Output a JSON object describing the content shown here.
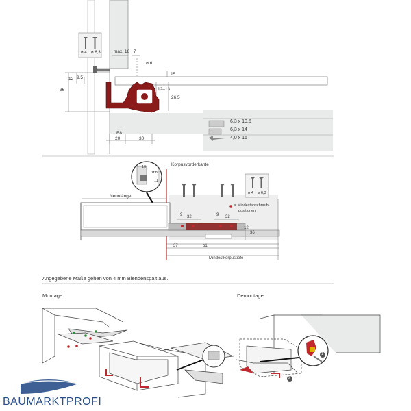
{
  "top": {
    "screw_badge": {
      "d1": "ø 4",
      "d2": "ø 6,3"
    },
    "dims": {
      "max": "max. 16",
      "seven": "7",
      "bore": "ø 6",
      "d12": "12",
      "d95": "9,5",
      "d36": "36",
      "d15": "15",
      "d1213": "12–13",
      "d265": "26,5",
      "e8": "E8",
      "d20": "20",
      "d30": "30"
    },
    "screws": [
      "6,3 x 10,5",
      "6,3 x 14",
      "4,0 x 16"
    ]
  },
  "mid": {
    "korpus": "Korpusvorderkante",
    "zoom": {
      "d10": "10",
      "bore": "ø 6",
      "d11": "11"
    },
    "badge": {
      "d1": "ø 4",
      "d2": "ø 6,3"
    },
    "nennlaenge": "Nennlänge",
    "legend_1": "= Mindestanschraub-",
    "legend_2": "positionen",
    "dims": {
      "d9a": "9",
      "d32a": "32",
      "d9b": "9",
      "d32b": "32",
      "d12": "12",
      "d36": "36",
      "d37": "37",
      "b1": "b1"
    },
    "mindest": "Mindestkorpustiefe"
  },
  "note": "Angegebene Maße gehen von 4 mm Blendenspalt aus.",
  "montage": "Montage",
  "demontage": "Demontage",
  "steps": {
    "one": "1",
    "two": "2"
  },
  "logo": "BAUMARKTPROFI",
  "colors": {
    "drawer_red": "#8b1a1a",
    "accent_red": "#c0282d",
    "logo_blue": "#2a4f8a",
    "panel_grey": "#e9eaea"
  }
}
